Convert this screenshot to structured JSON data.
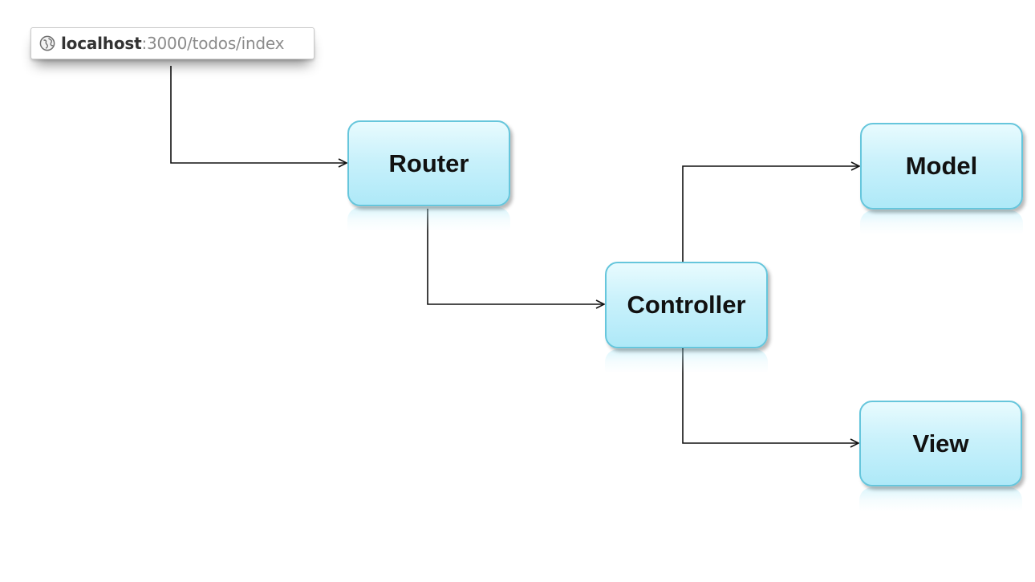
{
  "address_bar": {
    "icon": "globe-icon",
    "host": "localhost",
    "path": ":3000/todos/index"
  },
  "nodes": {
    "router": "Router",
    "controller": "Controller",
    "model": "Model",
    "view": "View"
  },
  "colors": {
    "node_border": "#66c6dc",
    "node_fill_top": "#e8fbfe",
    "node_fill_bottom": "#aee9f8",
    "connector": "#111111"
  }
}
